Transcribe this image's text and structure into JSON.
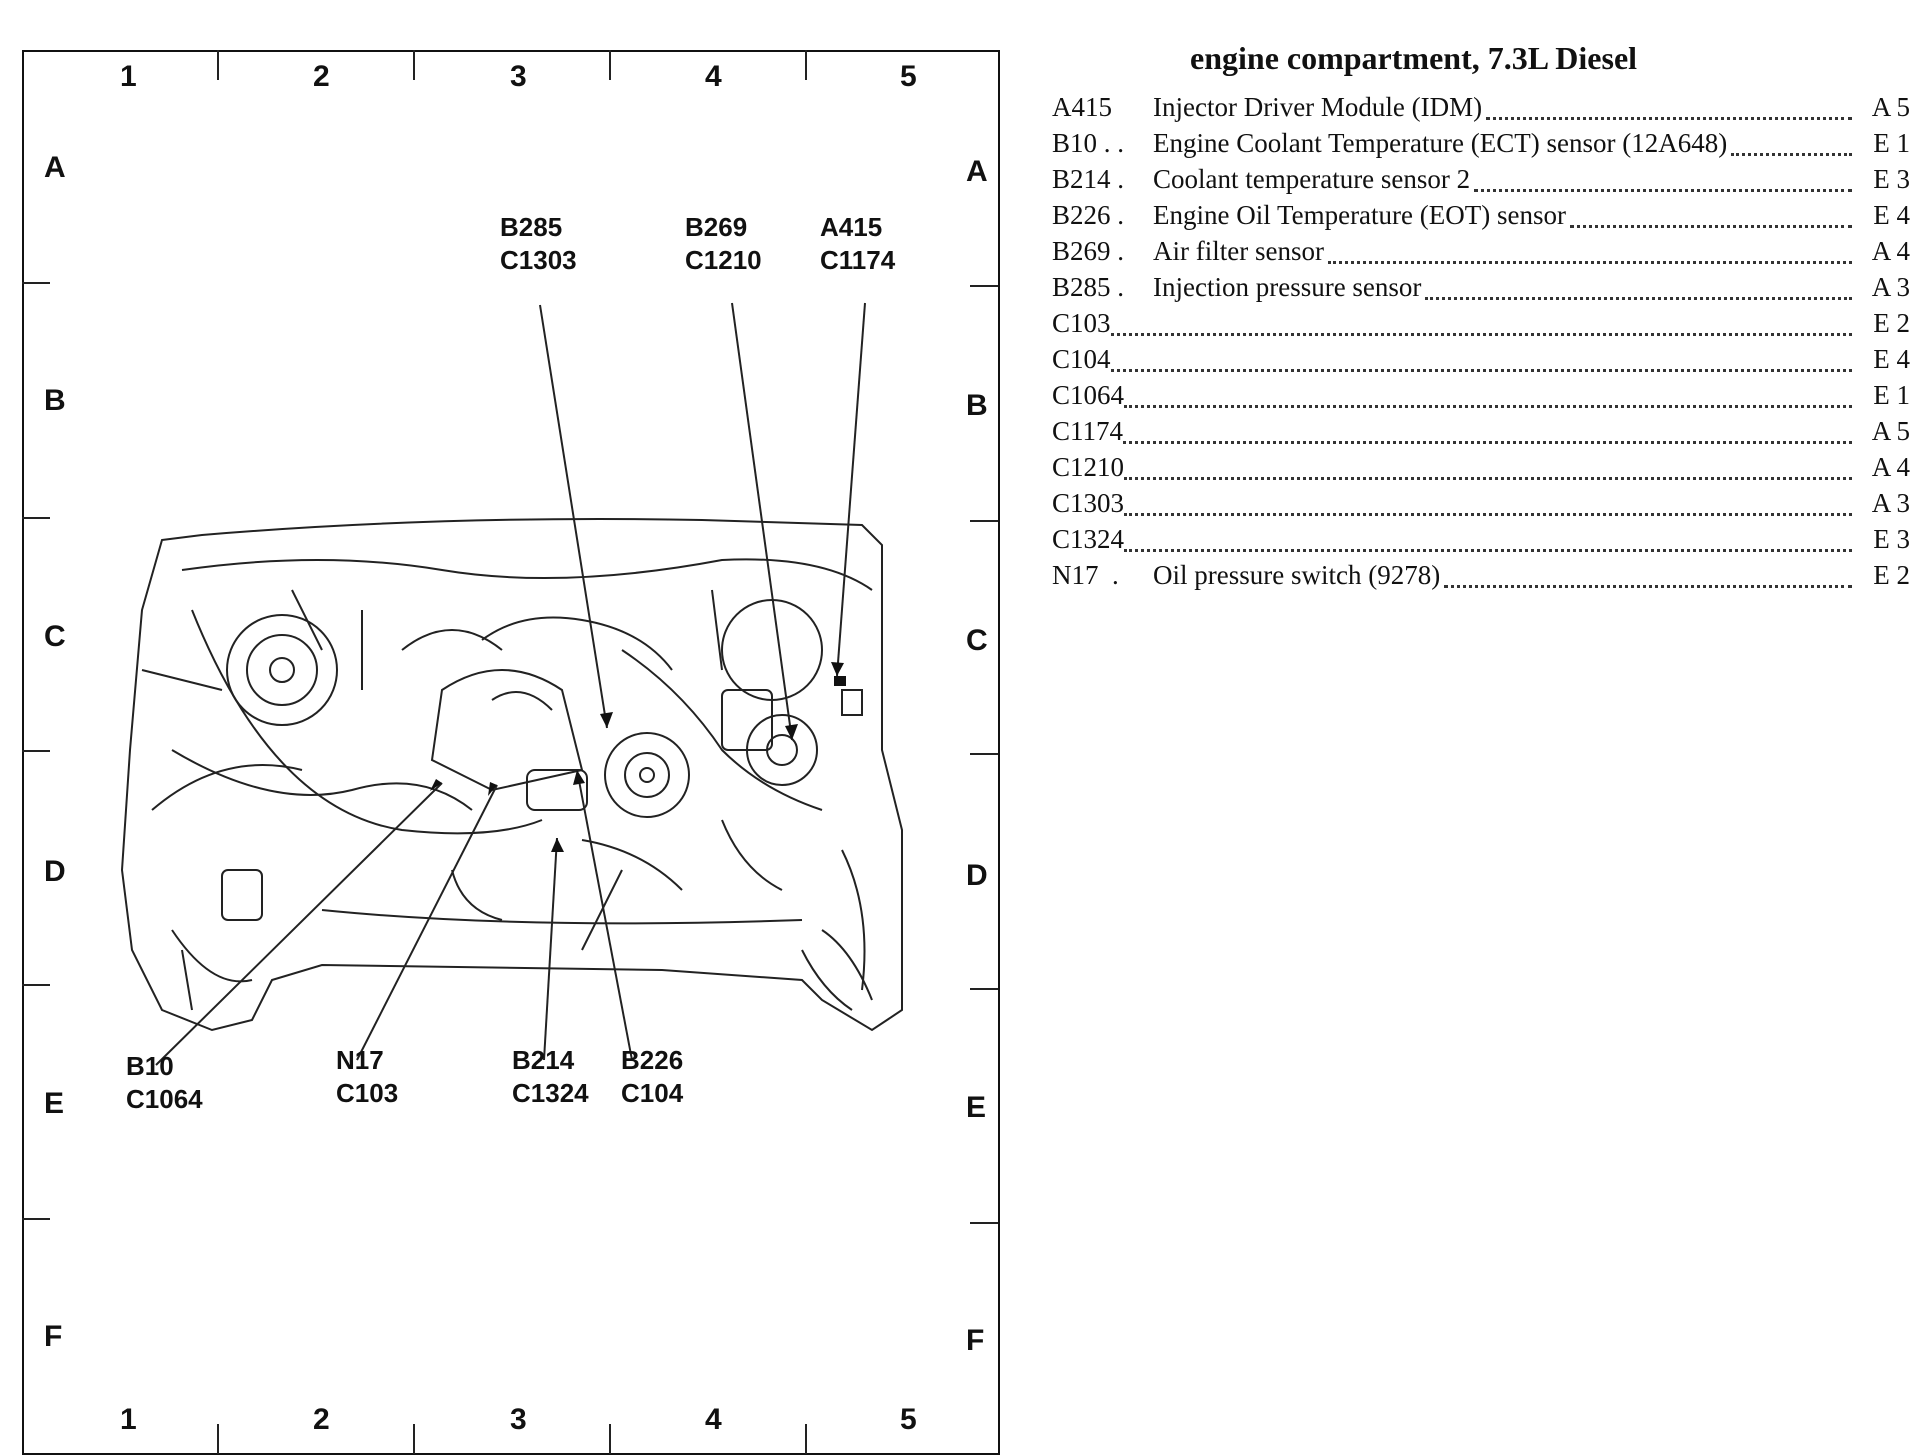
{
  "grid": {
    "columns": [
      "1",
      "2",
      "3",
      "4",
      "5"
    ],
    "rows": [
      "A",
      "B",
      "C",
      "D",
      "E",
      "F"
    ]
  },
  "callouts": [
    {
      "id": "b285",
      "lines": [
        "B285",
        "C1303"
      ]
    },
    {
      "id": "b269",
      "lines": [
        "B269",
        "C1210"
      ]
    },
    {
      "id": "a415",
      "lines": [
        "A415",
        "C1174"
      ]
    },
    {
      "id": "b10",
      "lines": [
        "B10",
        "C1064"
      ]
    },
    {
      "id": "n17",
      "lines": [
        "N17",
        "C103"
      ]
    },
    {
      "id": "b214",
      "lines": [
        "B214",
        "C1324"
      ]
    },
    {
      "id": "b226",
      "lines": [
        "B226",
        "C104"
      ]
    }
  ],
  "index": {
    "title": "engine compartment, 7.3L Diesel",
    "items": [
      {
        "code": "A415",
        "desc": "Injector Driver Module (IDM)",
        "loc": "A 5"
      },
      {
        "code": "B10 . .",
        "desc": "Engine Coolant Temperature (ECT) sensor (12A648)",
        "loc": "E 1"
      },
      {
        "code": "B214 .",
        "desc": "Coolant temperature sensor 2",
        "loc": "E 3"
      },
      {
        "code": "B226 .",
        "desc": "Engine Oil Temperature (EOT) sensor",
        "loc": "E 4"
      },
      {
        "code": "B269 .",
        "desc": "Air filter sensor",
        "loc": "A 4"
      },
      {
        "code": "B285 .",
        "desc": "Injection pressure sensor",
        "loc": "A 3"
      },
      {
        "code": "C103",
        "desc": "",
        "loc": "E 2"
      },
      {
        "code": "C104",
        "desc": "",
        "loc": "E 4"
      },
      {
        "code": "C1064",
        "desc": "",
        "loc": "E 1"
      },
      {
        "code": "C1174",
        "desc": "",
        "loc": "A 5"
      },
      {
        "code": "C1210",
        "desc": "",
        "loc": "A 4"
      },
      {
        "code": "C1303",
        "desc": "",
        "loc": "A 3"
      },
      {
        "code": "C1324",
        "desc": "",
        "loc": "E 3"
      },
      {
        "code": "N17  .",
        "desc": "Oil pressure switch (9278)",
        "loc": "E 2"
      }
    ]
  }
}
